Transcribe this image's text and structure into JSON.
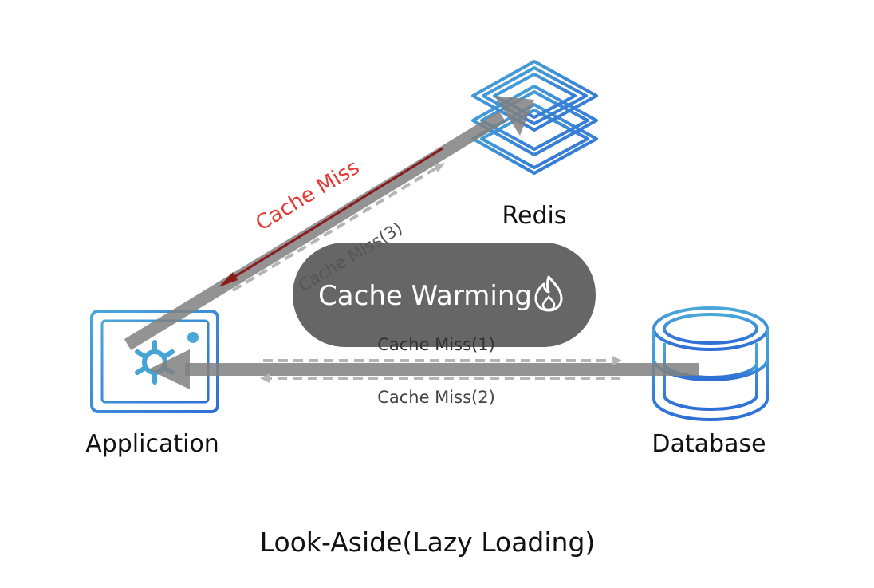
{
  "diagram": {
    "title": "Look-Aside(Lazy Loading)",
    "nodes": {
      "redis": {
        "label": "Redis",
        "icon": "stacked-layers-icon"
      },
      "application": {
        "label": "Application",
        "icon": "app-window-gear-icon"
      },
      "database": {
        "label": "Database",
        "icon": "database-cylinder-icon"
      }
    },
    "center_badge": {
      "label": "Cache Warming",
      "icon": "fire-icon",
      "color": "#666666"
    },
    "edges": {
      "cache_miss": {
        "label": "Cache Miss",
        "color": "#e53935"
      },
      "cache_miss_1": {
        "label": "Cache Miss(1)"
      },
      "cache_miss_2": {
        "label": "Cache Miss(2)"
      },
      "cache_miss_3": {
        "label": "Cache Miss(3)"
      }
    },
    "colors": {
      "icon_gradient_start": "#4aa8d8",
      "icon_gradient_end": "#2f6fd6",
      "arrow_gray": "#808080",
      "dashed_gray": "#b5b5b5",
      "red_arrow": "#8b1a1a"
    }
  }
}
